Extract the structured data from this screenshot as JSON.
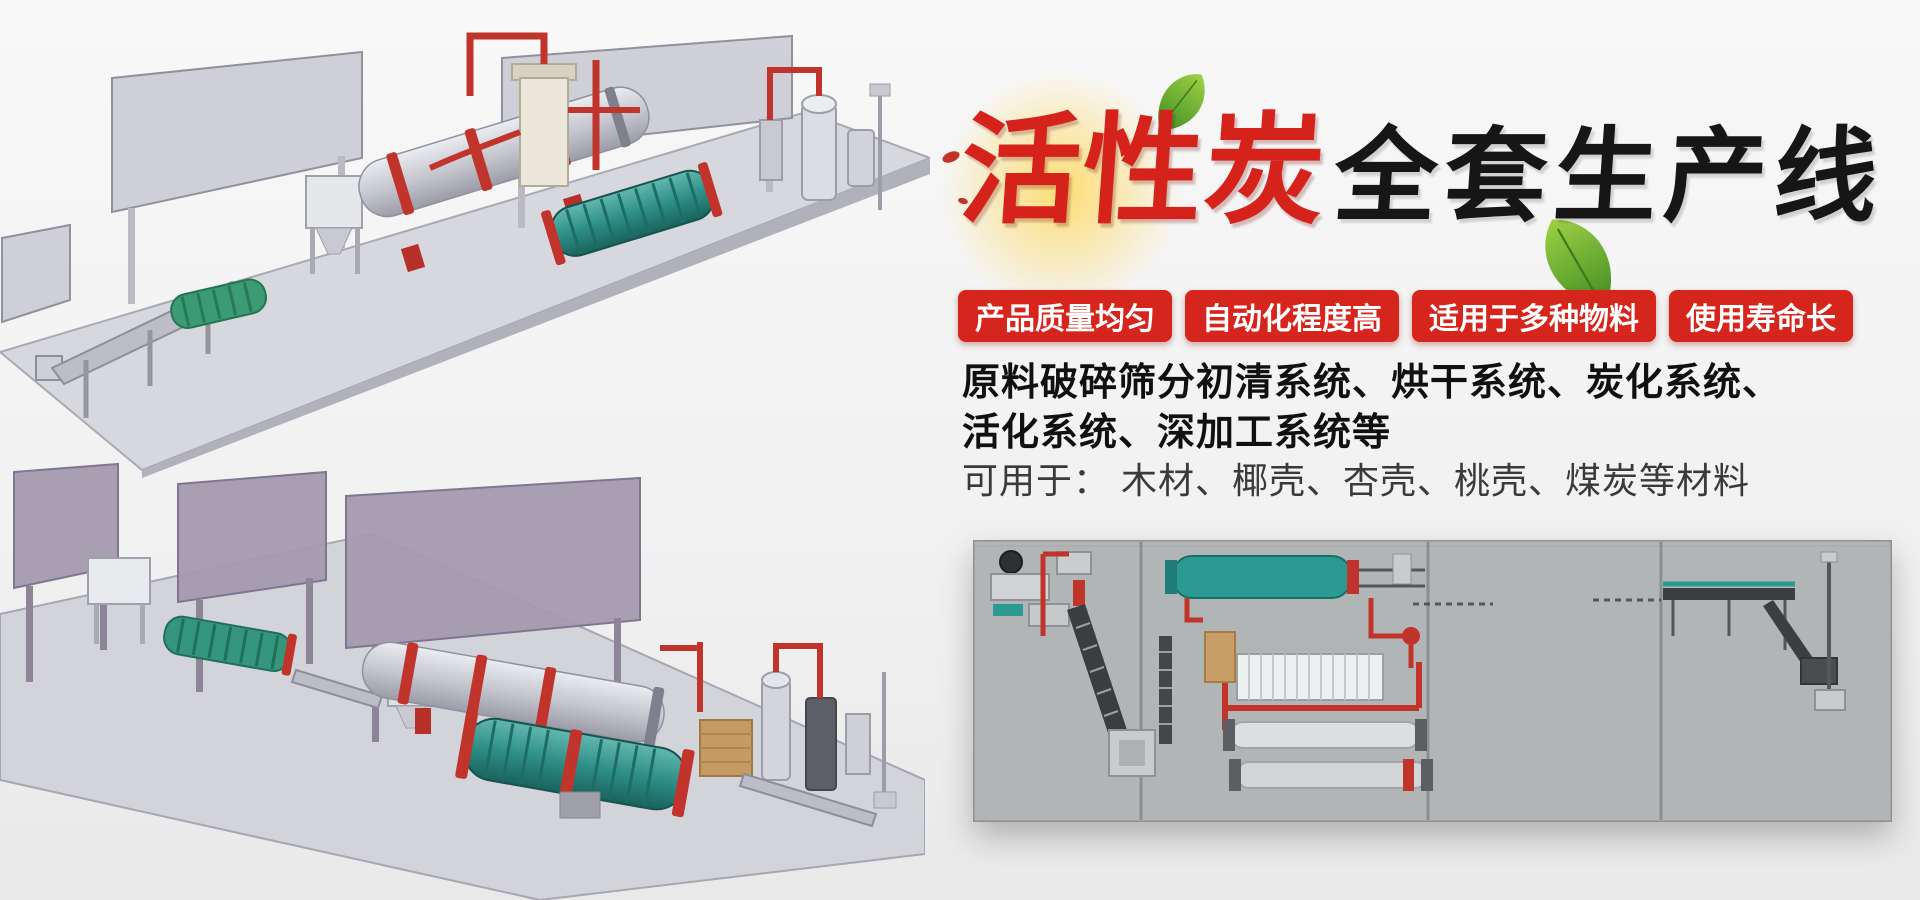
{
  "banner": {
    "title": {
      "highlight": "活性炭",
      "rest": "全套生产线"
    },
    "badges": [
      {
        "label": "产品质量均匀"
      },
      {
        "label": "自动化程度高"
      },
      {
        "label": "适用于多种物料"
      },
      {
        "label": "使用寿命长"
      }
    ],
    "description": {
      "line1": "原料破碎筛分初清系统、烘干系统、炭化系统、",
      "line2": "活化系统、深加工系统等"
    },
    "usage": "可用于： 木材、椰壳、杏壳、桃壳、煤炭等材料",
    "colors": {
      "badge_bg": "#d6251d",
      "title_red": "#d5231c",
      "title_black": "#161616",
      "leaf_green": "#63a83a",
      "machine_teal": "#2e8f88",
      "machine_red": "#c1342c",
      "panel_bg": "#b2b5b6"
    }
  }
}
